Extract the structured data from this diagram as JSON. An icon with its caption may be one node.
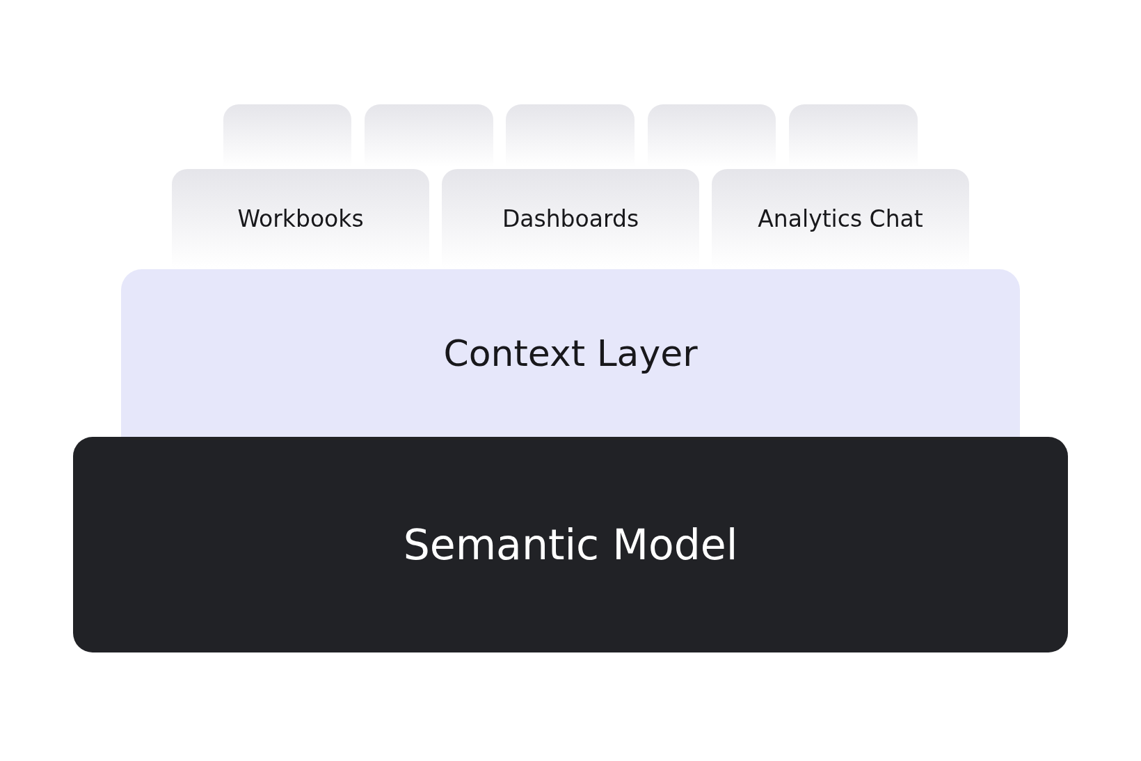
{
  "diagram": {
    "nodes": [
      {
        "text": [],
        "shape": "box"
      },
      {
        "text": [],
        "shape": "box"
      },
      {
        "text": [],
        "shape": "box"
      },
      {
        "text": [],
        "shape": "box"
      },
      {
        "text": [],
        "shape": "box"
      },
      {
        "text": [
          "Workbooks"
        ]
      },
      {
        "text": [
          "Dashboards"
        ]
      },
      {
        "text": [
          "Analytics Chat"
        ]
      },
      {
        "text": [
          "Context Layer"
        ]
      },
      {
        "text": [
          "Semantic Model"
        ]
      }
    ],
    "edges": []
  }
}
